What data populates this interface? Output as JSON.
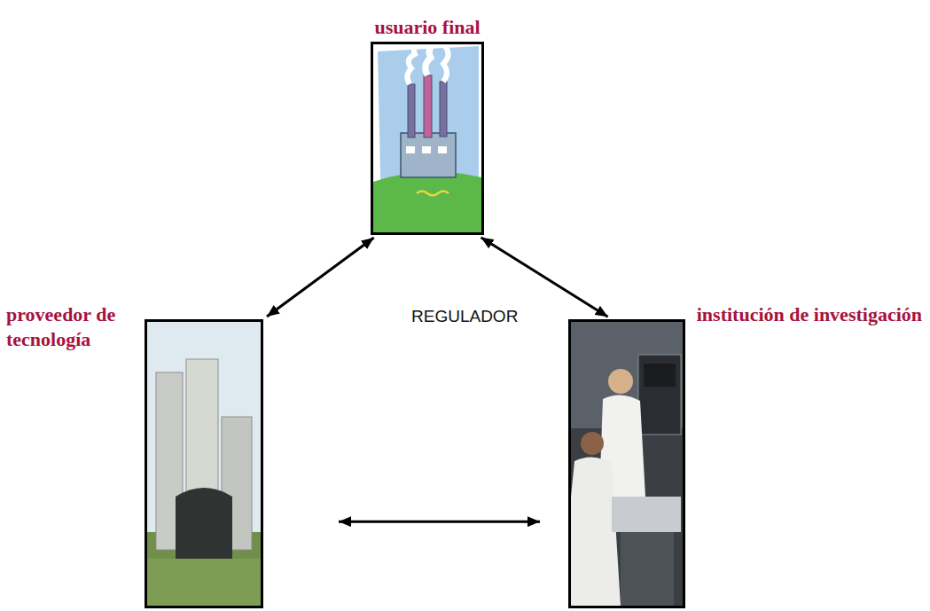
{
  "diagram": {
    "nodes": [
      {
        "text": [
          "usuario final"
        ]
      },
      {
        "text": [
          "proveedor de tecnología"
        ]
      },
      {
        "text": [
          "institución de investigación"
        ]
      }
    ],
    "edges": [
      {
        "from": 0,
        "to": 1,
        "arrow": "both"
      },
      {
        "from": 0,
        "to": 2,
        "arrow": "both"
      },
      {
        "from": 1,
        "to": 2,
        "arrow": "both"
      }
    ],
    "labels": [
      "REGULADOR"
    ]
  }
}
